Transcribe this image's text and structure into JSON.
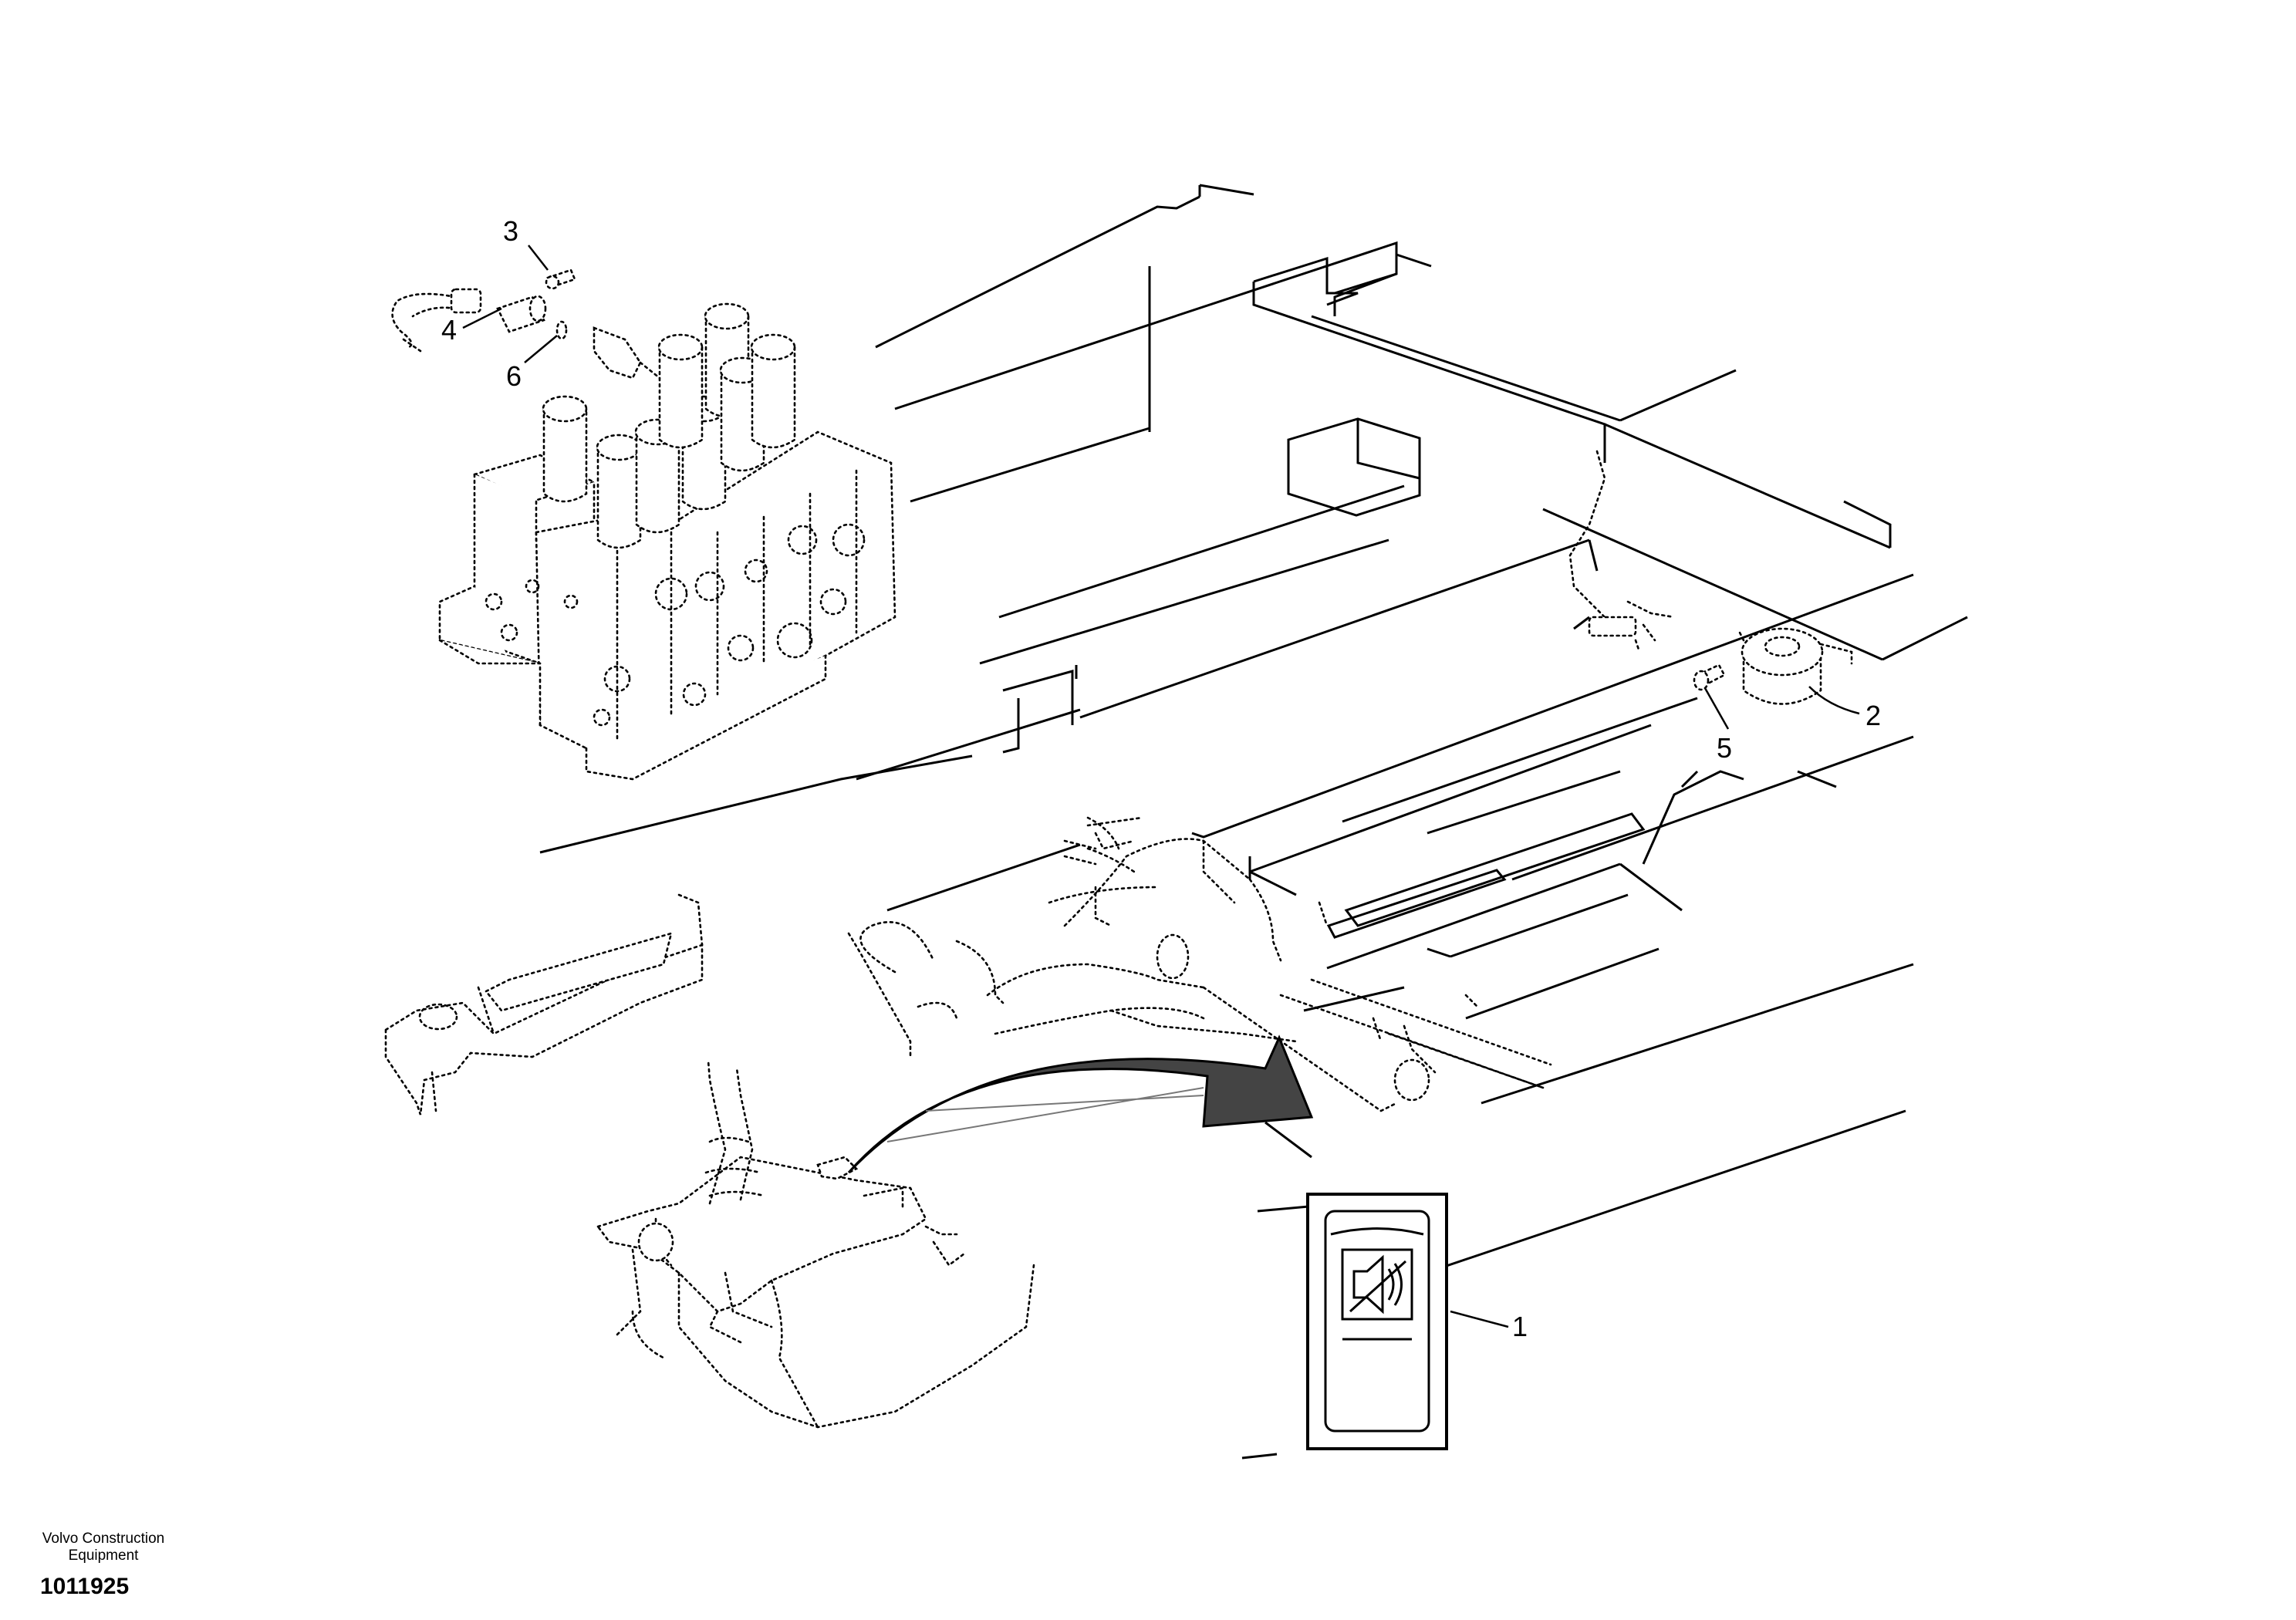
{
  "callouts": [
    {
      "id": "1",
      "text": "1"
    },
    {
      "id": "2",
      "text": "2"
    },
    {
      "id": "3",
      "text": "3"
    },
    {
      "id": "4",
      "text": "4"
    },
    {
      "id": "5",
      "text": "5"
    },
    {
      "id": "6",
      "text": "6"
    }
  ],
  "footer": {
    "publisher_line1": "Volvo Construction",
    "publisher_line2": "Equipment",
    "document_id": "1011925"
  },
  "switch_icon": "speaker-muted-icon"
}
